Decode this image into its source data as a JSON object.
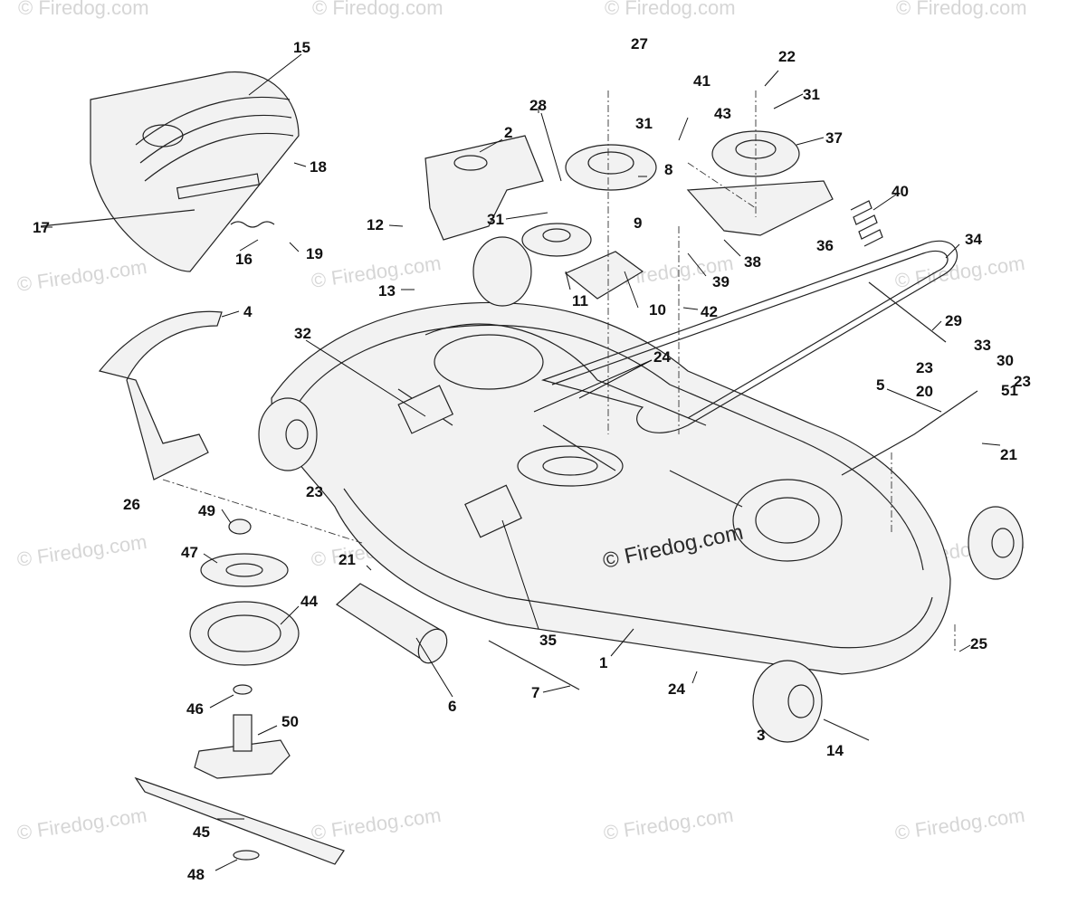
{
  "watermark": "© Firedog.com",
  "center_mark": "© Firedog.com",
  "callouts": [
    {
      "id": "c15",
      "label": "15"
    },
    {
      "id": "c18",
      "label": "18"
    },
    {
      "id": "c17",
      "label": "17"
    },
    {
      "id": "c16",
      "label": "16"
    },
    {
      "id": "c19",
      "label": "19"
    },
    {
      "id": "c4",
      "label": "4"
    },
    {
      "id": "c26",
      "label": "26"
    },
    {
      "id": "c49",
      "label": "49"
    },
    {
      "id": "c47",
      "label": "47"
    },
    {
      "id": "c44",
      "label": "44"
    },
    {
      "id": "c46",
      "label": "46"
    },
    {
      "id": "c50",
      "label": "50"
    },
    {
      "id": "c45",
      "label": "45"
    },
    {
      "id": "c48",
      "label": "48"
    },
    {
      "id": "c2",
      "label": "2"
    },
    {
      "id": "c12",
      "label": "12"
    },
    {
      "id": "c13",
      "label": "13"
    },
    {
      "id": "c32",
      "label": "32"
    },
    {
      "id": "c23a",
      "label": "23"
    },
    {
      "id": "c21a",
      "label": "21"
    },
    {
      "id": "c27",
      "label": "27"
    },
    {
      "id": "c28",
      "label": "28"
    },
    {
      "id": "c31a",
      "label": "31"
    },
    {
      "id": "c8",
      "label": "8"
    },
    {
      "id": "c31b",
      "label": "31"
    },
    {
      "id": "c9",
      "label": "9"
    },
    {
      "id": "c11",
      "label": "11"
    },
    {
      "id": "c10",
      "label": "10"
    },
    {
      "id": "c41",
      "label": "41"
    },
    {
      "id": "c43",
      "label": "43"
    },
    {
      "id": "c22",
      "label": "22"
    },
    {
      "id": "c31c",
      "label": "31"
    },
    {
      "id": "c37",
      "label": "37"
    },
    {
      "id": "c40",
      "label": "40"
    },
    {
      "id": "c38",
      "label": "38"
    },
    {
      "id": "c36",
      "label": "36"
    },
    {
      "id": "c39",
      "label": "39"
    },
    {
      "id": "c42",
      "label": "42"
    },
    {
      "id": "c34",
      "label": "34"
    },
    {
      "id": "c29",
      "label": "29"
    },
    {
      "id": "c24a",
      "label": "24"
    },
    {
      "id": "c33",
      "label": "33"
    },
    {
      "id": "c23b",
      "label": "23"
    },
    {
      "id": "c30",
      "label": "30"
    },
    {
      "id": "c23c",
      "label": "23"
    },
    {
      "id": "c20",
      "label": "20"
    },
    {
      "id": "c5",
      "label": "5"
    },
    {
      "id": "c51",
      "label": "51"
    },
    {
      "id": "c21b",
      "label": "21"
    },
    {
      "id": "c35",
      "label": "35"
    },
    {
      "id": "c1",
      "label": "1"
    },
    {
      "id": "c6",
      "label": "6"
    },
    {
      "id": "c7",
      "label": "7"
    },
    {
      "id": "c24b",
      "label": "24"
    },
    {
      "id": "c3",
      "label": "3"
    },
    {
      "id": "c14",
      "label": "14"
    },
    {
      "id": "c25",
      "label": "25"
    }
  ]
}
